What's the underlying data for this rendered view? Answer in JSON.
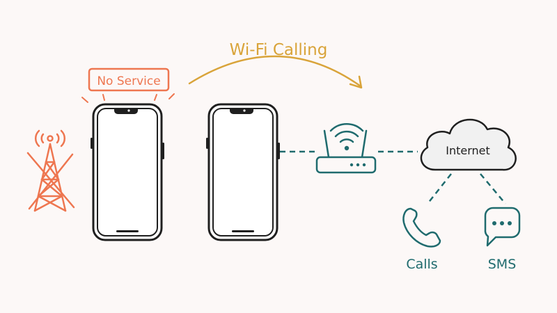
{
  "no_service_badge": {
    "label": "No Service"
  },
  "wifi_calling": {
    "label": "Wi-Fi Calling"
  },
  "internet": {
    "label": "Internet"
  },
  "calls": {
    "label": "Calls"
  },
  "sms": {
    "label": "SMS"
  },
  "colors": {
    "background": "#fcf8f7",
    "alert_orange": "#ee7650",
    "arrow_gold": "#d9a43a",
    "network_teal": "#1f6b6e",
    "outline_dark": "#1f1f1f",
    "cloud_fill": "#f1f1f1"
  },
  "icons": {
    "tower": "cell-tower-crossed-icon",
    "router": "wifi-router-icon",
    "cloud": "cloud-icon",
    "phone": "phone-handset-icon",
    "sms": "chat-bubble-icon"
  }
}
